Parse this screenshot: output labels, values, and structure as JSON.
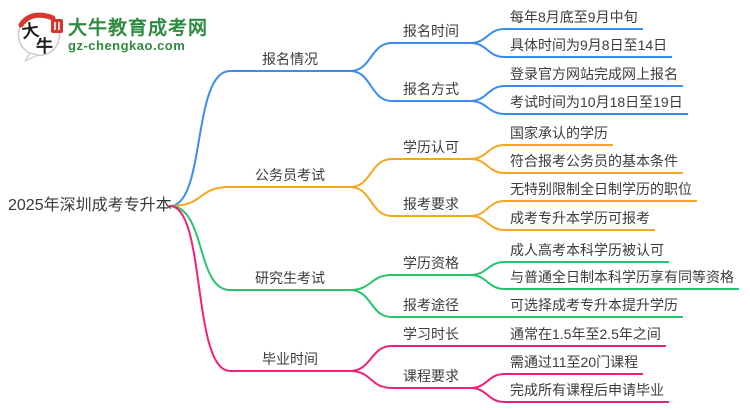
{
  "page": {
    "background": "#ffffff",
    "text_color": "#3c3c3c"
  },
  "logo": {
    "bubble_char_1": "大",
    "bubble_char_2": "牛",
    "site_name": "大牛教育成考网",
    "domain": "gz-chengkao.com",
    "brand_green": "#2e8b3f",
    "seal_red": "#d6372d"
  },
  "root": {
    "label": "2025年深圳成考专升本"
  },
  "branches": [
    {
      "label": "报名情况",
      "color": "#3b8cf0",
      "children": [
        {
          "label": "报名时间",
          "leaves": [
            "每年8月底至9月中旬",
            "具体时间为9月8日至14日"
          ]
        },
        {
          "label": "报名方式",
          "leaves": [
            "登录官方网站完成网上报名",
            "考试时间为10月18日至19日"
          ]
        }
      ]
    },
    {
      "label": "公务员考试",
      "color": "#f5a623",
      "children": [
        {
          "label": "学历认可",
          "leaves": [
            "国家承认的学历",
            "符合报考公务员的基本条件"
          ]
        },
        {
          "label": "报考要求",
          "leaves": [
            "无特别限制全日制学历的职位",
            "成考专升本学历可报考"
          ]
        }
      ]
    },
    {
      "label": "研究生考试",
      "color": "#27c46f",
      "children": [
        {
          "label": "学历资格",
          "leaves": [
            "成人高考本科学历被认可",
            "与普通全日制本科学历享有同等资格"
          ]
        },
        {
          "label": "报考途径",
          "leaves": [
            "可选择成考专升本提升学历"
          ]
        }
      ]
    },
    {
      "label": "毕业时间",
      "color": "#ef2179",
      "children": [
        {
          "label": "学习时长",
          "leaves": [
            "通常在1.5年至2.5年之间"
          ]
        },
        {
          "label": "课程要求",
          "leaves": [
            "需通过11至20门课程",
            "完成所有课程后申请毕业"
          ]
        }
      ]
    }
  ]
}
